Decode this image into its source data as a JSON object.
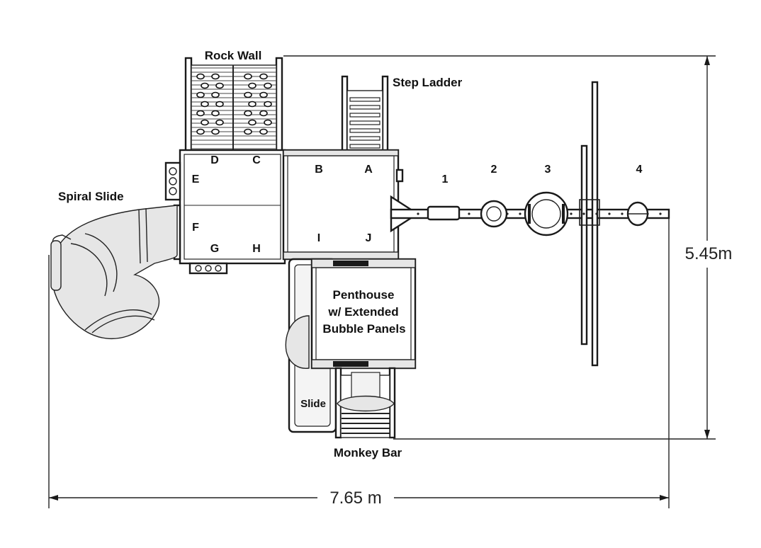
{
  "labels": {
    "rock_wall": "Rock Wall",
    "step_ladder": "Step Ladder",
    "spiral_slide": "Spiral Slide",
    "penthouse_line1": "Penthouse",
    "penthouse_line2": "w/ Extended",
    "penthouse_line3": "Bubble Panels",
    "slide": "Slide",
    "monkey_bar": "Monkey Bar"
  },
  "deck_letters": [
    "D",
    "C",
    "B",
    "A",
    "E",
    "F",
    "G",
    "H",
    "I",
    "J"
  ],
  "swing_positions": [
    "1",
    "2",
    "3",
    "4"
  ],
  "dimensions": {
    "width": "7.65 m",
    "depth": "5.45m"
  }
}
